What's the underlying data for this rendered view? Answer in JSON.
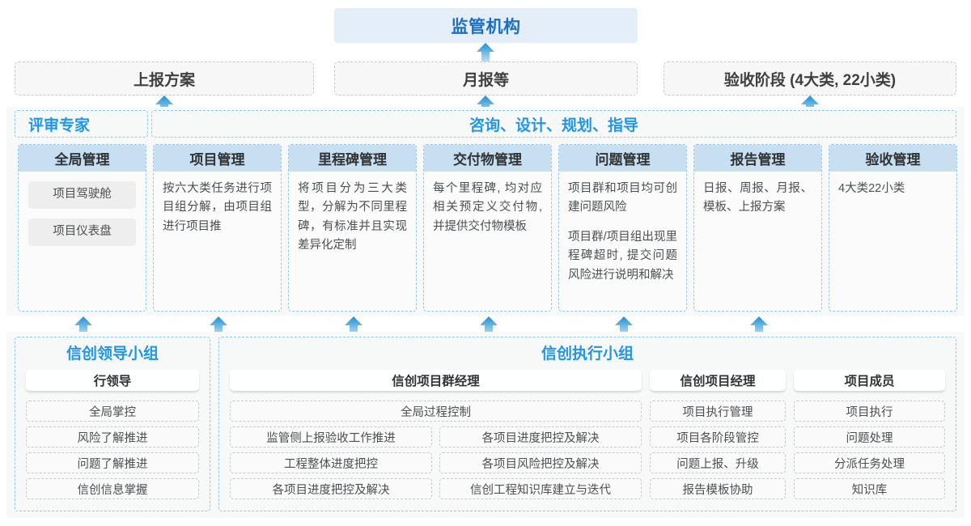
{
  "top": {
    "regulator": "监管机构",
    "inputs": [
      {
        "label": "上报方案"
      },
      {
        "label": "月报等"
      },
      {
        "label": "验收阶段 (4大类, 22小类)"
      }
    ]
  },
  "middle": {
    "left_band_label": "评审专家",
    "right_band_label": "咨询、设计、规划、指导",
    "columns": [
      {
        "title": "全局管理",
        "pills": [
          "项目驾驶舱",
          "项目仪表盘"
        ],
        "paragraphs": []
      },
      {
        "title": "项目管理",
        "pills": [],
        "paragraphs": [
          "按六大类任务进行项目组分解，由项目组进行项目推"
        ]
      },
      {
        "title": "里程碑管理",
        "pills": [],
        "paragraphs": [
          "将项目分为三大类型，分解为不同里程碑，有标准并且实现差异化定制"
        ]
      },
      {
        "title": "交付物管理",
        "pills": [],
        "paragraphs": [
          "每个里程碑, 均对应相关预定义交付物, 并提供交付物模板"
        ]
      },
      {
        "title": "问题管理",
        "pills": [],
        "paragraphs": [
          "项目群和项目均可创建问题风险",
          "项目群/项目组出现里程碑超时, 提交问题风险进行说明和解决"
        ]
      },
      {
        "title": "报告管理",
        "pills": [],
        "paragraphs": [
          "日报、周报、月报、模板、上报方案"
        ]
      },
      {
        "title": "验收管理",
        "pills": [],
        "paragraphs": [
          "4大类22小类"
        ]
      }
    ]
  },
  "bottom": {
    "leader_group": {
      "title": "信创领导小组",
      "role": "行领导",
      "items": [
        "全局掌控",
        "风险了解推进",
        "问题了解推进",
        "信创信息掌握"
      ]
    },
    "exec_group": {
      "title": "信创执行小组",
      "roles": [
        {
          "role": "信创项目群经理",
          "full_width_items": [
            "全局过程控制"
          ],
          "left_items": [
            "监管侧上报验收工作推进",
            "工程整体进度把控",
            "各项目进度把控及解决"
          ],
          "right_items": [
            "各项目进度把控及解决",
            "各项目风险把控及解决",
            "信创工程知识库建立与迭代"
          ]
        },
        {
          "role": "信创项目经理",
          "items": [
            "项目执行管理",
            "项目各阶段管控",
            "问题上报、升级",
            "报告模板协助"
          ]
        },
        {
          "role": "项目成员",
          "items": [
            "项目执行",
            "问题处理",
            "分派任务处理",
            "知识库"
          ]
        }
      ]
    }
  },
  "colors": {
    "accent_blue": "#2196e8",
    "header_blue": "#c7dff0",
    "chip_blue": "#e3eef8",
    "arrow_blue": "#2e9bd6",
    "dash_border": "#8fc8ee",
    "gray_border": "#c9c9c9"
  },
  "arrows": {
    "icon": "arrow-up-icon",
    "count_top": 3,
    "count_bottom": 6
  }
}
